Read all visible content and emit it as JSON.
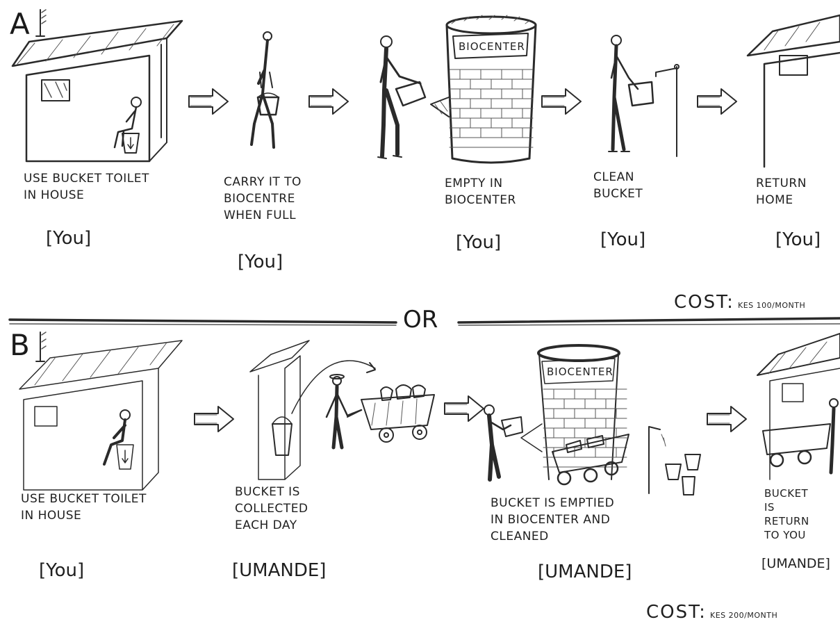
{
  "option_a": {
    "label": "A",
    "steps": [
      {
        "caption": "USE BUCKET TOILET\nIN HOUSE",
        "actor": "[You]"
      },
      {
        "caption": "CARRY IT TO\nBIOCENTRE\nWHEN FULL",
        "actor": "[You]"
      },
      {
        "caption": "EMPTY IN\nBIOCENTER",
        "actor": "[You]"
      },
      {
        "caption": "CLEAN\nBUCKET",
        "actor": "[You]"
      },
      {
        "caption": "RETURN\nHOME",
        "actor": "[You]"
      }
    ],
    "cost_label": "COST:",
    "cost_value": "KES 100/MONTH",
    "biocenter_sign": "BIOCENTER"
  },
  "separator": "OR",
  "option_b": {
    "label": "B",
    "steps": [
      {
        "caption": "USE BUCKET TOILET\nIN HOUSE",
        "actor": "[You]"
      },
      {
        "caption": "BUCKET IS\nCOLLECTED\nEACH DAY",
        "actor": "[UMANDE]"
      },
      {
        "caption": "BUCKET IS EMPTIED\nIN BIOCENTER AND\nCLEANED",
        "actor": "[UMANDE]"
      },
      {
        "caption": "BUCKET\nIS\nRETURN\nTO YOU",
        "actor": "[UMANDE]"
      }
    ],
    "cost_label": "COST:",
    "cost_value": "KES 200/MONTH",
    "biocenter_sign": "BIOCENTER"
  },
  "icons": [
    "house-icon",
    "person-icon",
    "bucket-icon",
    "arrow-right-icon",
    "biocenter-tower-icon",
    "water-tap-icon",
    "cart-icon"
  ]
}
